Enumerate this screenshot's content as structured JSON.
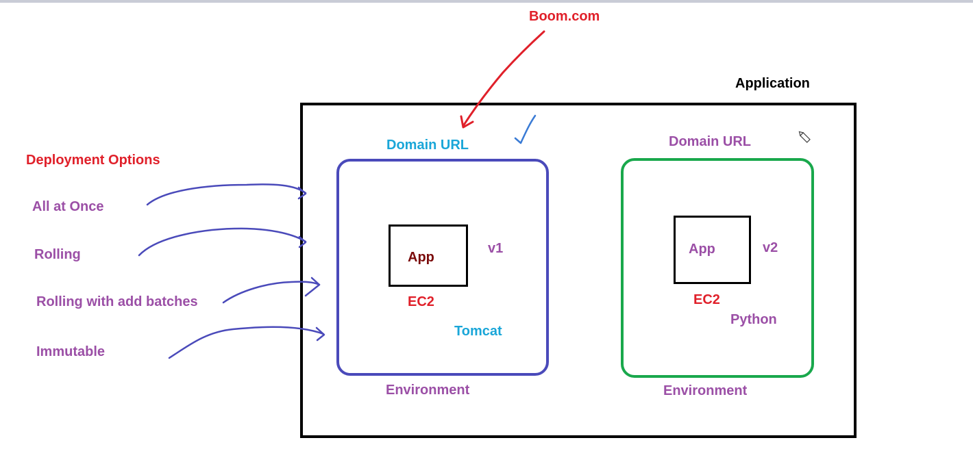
{
  "title": "Boom.com",
  "application_label": "Application",
  "deployment": {
    "heading": "Deployment Options",
    "options": [
      "All at Once",
      "Rolling",
      "Rolling with add batches",
      "Immutable"
    ]
  },
  "env_left": {
    "domain_url": "Domain URL",
    "app": "App",
    "version": "v1",
    "instance": "EC2",
    "platform": "Tomcat",
    "environment": "Environment"
  },
  "env_right": {
    "domain_url": "Domain URL",
    "app": "App",
    "version": "v2",
    "instance": "EC2",
    "platform": "Python",
    "environment": "Environment"
  },
  "colors": {
    "red": "#e0202a",
    "purple": "#9b4fa6",
    "cyan": "#1aa6d8",
    "blue_ink": "#4a4aba",
    "green": "#19a84c",
    "dark_red": "#7a0a0a",
    "black": "#000000"
  },
  "icons": [
    "pencil-icon",
    "checkmark-icon"
  ]
}
